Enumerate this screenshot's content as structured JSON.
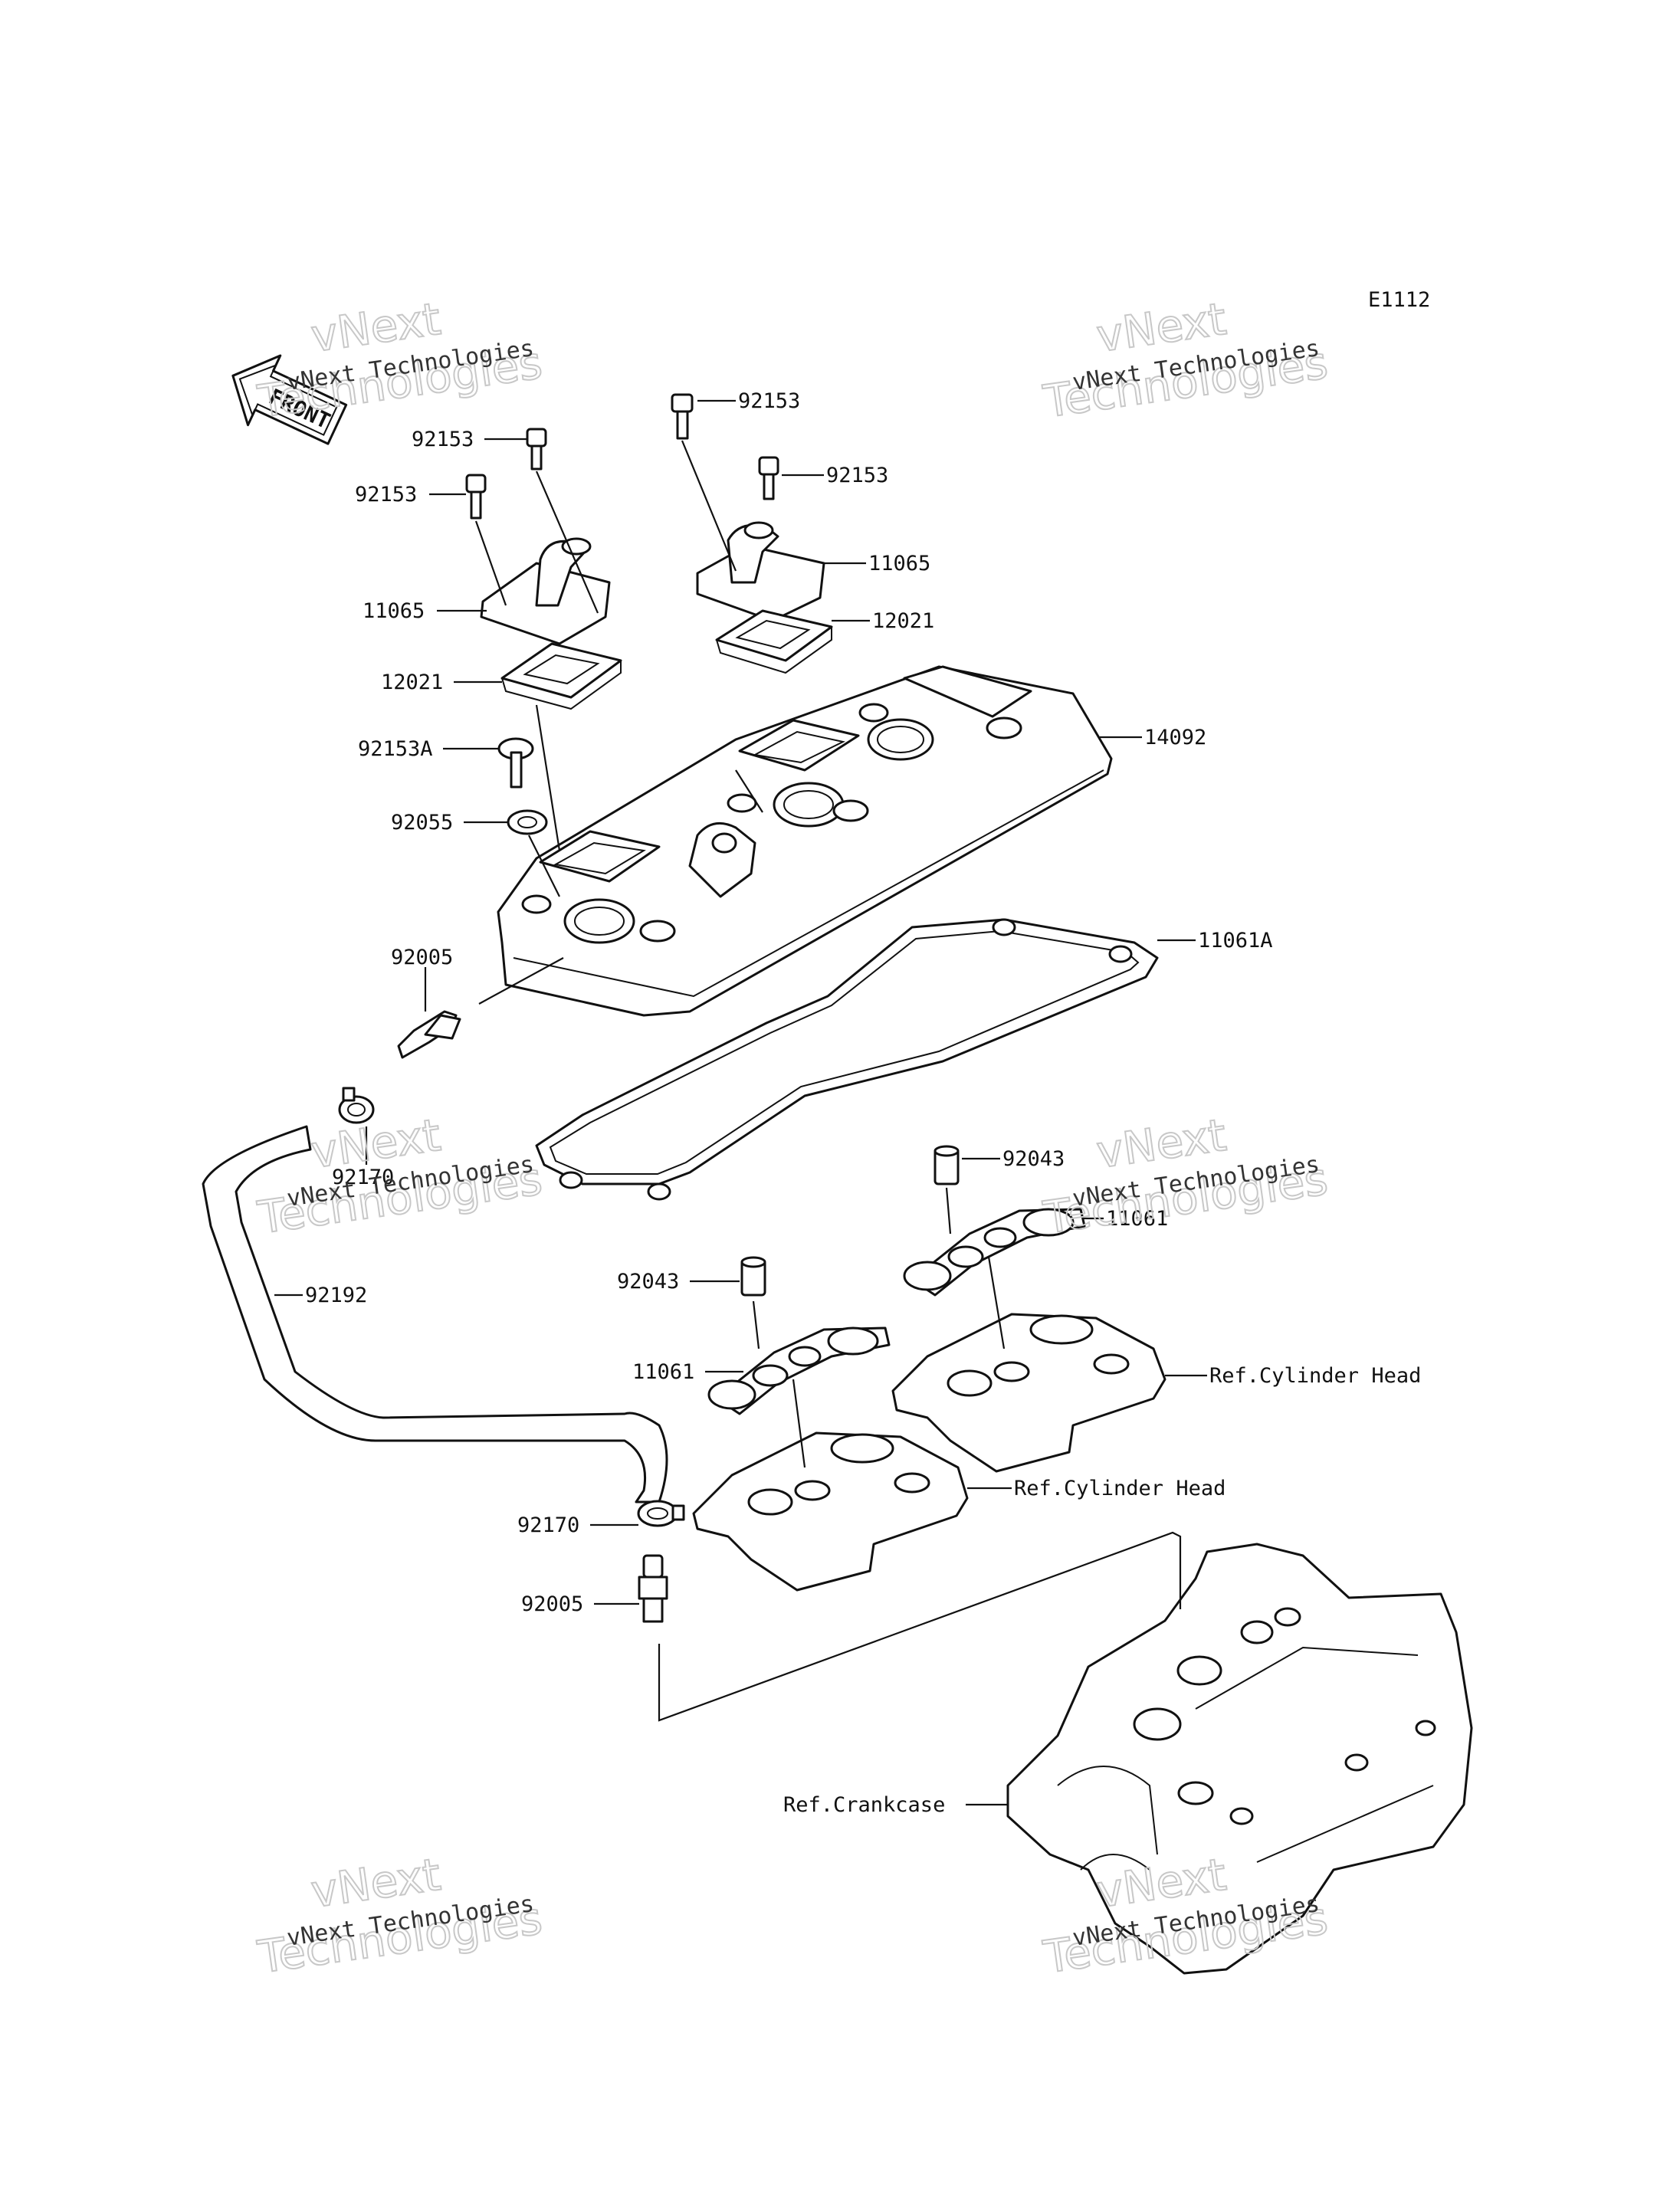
{
  "diagram_code": "E1112",
  "front_label": "FRONT",
  "watermark": {
    "line1": "vNext Technologies",
    "line2": "vNext",
    "line3": "Technologies"
  },
  "parts": [
    {
      "id": "p1",
      "label": "92153"
    },
    {
      "id": "p2",
      "label": "92153"
    },
    {
      "id": "p3",
      "label": "92153"
    },
    {
      "id": "p4",
      "label": "92153"
    },
    {
      "id": "p5",
      "label": "11065"
    },
    {
      "id": "p6",
      "label": "11065"
    },
    {
      "id": "p7",
      "label": "12021"
    },
    {
      "id": "p8",
      "label": "12021"
    },
    {
      "id": "p9",
      "label": "14092"
    },
    {
      "id": "p10",
      "label": "92153A"
    },
    {
      "id": "p11",
      "label": "92055"
    },
    {
      "id": "p12",
      "label": "11061A"
    },
    {
      "id": "p13",
      "label": "92005"
    },
    {
      "id": "p14",
      "label": "92170"
    },
    {
      "id": "p15",
      "label": "92043"
    },
    {
      "id": "p16",
      "label": "11061"
    },
    {
      "id": "p17",
      "label": "92192"
    },
    {
      "id": "p18",
      "label": "92043"
    },
    {
      "id": "p19",
      "label": "11061"
    },
    {
      "id": "p20",
      "label": "Ref.Cylinder Head"
    },
    {
      "id": "p21",
      "label": "Ref.Cylinder Head"
    },
    {
      "id": "p22",
      "label": "92170"
    },
    {
      "id": "p23",
      "label": "92005"
    },
    {
      "id": "p24",
      "label": "Ref.Crankcase"
    }
  ]
}
